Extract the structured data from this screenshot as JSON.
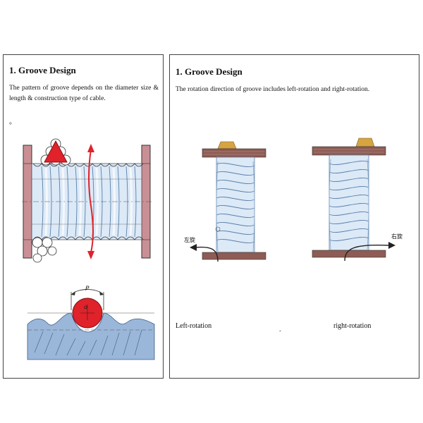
{
  "left_panel": {
    "title": "1. Groove Design",
    "description": "The pattern of groove depends on the diameter size & length & construction type of cable.",
    "bullet": "°",
    "pitch_label": "P",
    "diameter_label": "d"
  },
  "right_panel": {
    "title": "1. Groove Design",
    "description": "The rotation direction of groove includes left-rotation and right-rotation.",
    "left_drum_label": "左旋",
    "right_drum_label": "右旋",
    "left_caption": "Left-rotation",
    "right_caption": "right-rotation",
    "dot": "."
  },
  "colors": {
    "flange": "#c98f94",
    "groove_fill": "#cfe2f7",
    "groove_line": "#5b7fa8",
    "red": "#e0222a",
    "bracket": "#8e5c55",
    "cap": "#d6a441"
  }
}
